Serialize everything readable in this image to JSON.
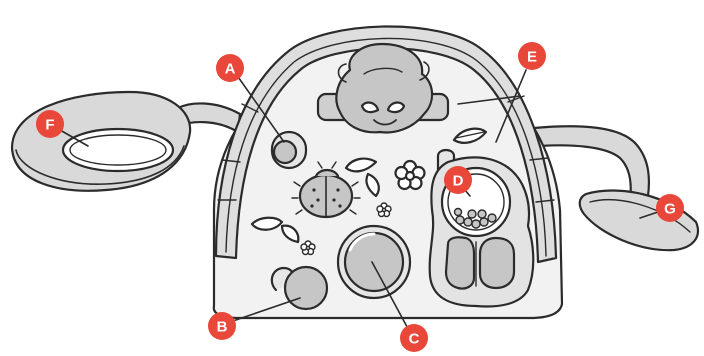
{
  "callouts": {
    "a": "A",
    "b": "B",
    "c": "C",
    "d": "D",
    "e": "E",
    "f": "F",
    "g": "G"
  },
  "colors": {
    "callout_fill": "#e8473a",
    "outline": "#2b2b2b",
    "body_fill": "#f2f2f2",
    "arch_fill": "#dedede",
    "part_fill": "#c6c6c6"
  },
  "icons": [
    "toy-bear-icon",
    "ladybug-icon",
    "flower-icon",
    "leaf-icon",
    "bead-spinner-icon",
    "mirror-icon"
  ]
}
